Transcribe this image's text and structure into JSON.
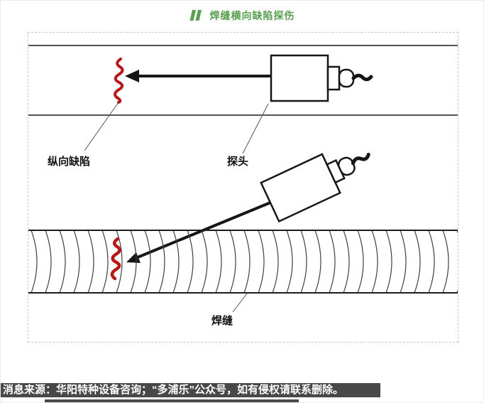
{
  "header": {
    "title": "焊缝横向缺陷探伤"
  },
  "colors": {
    "accent_green": "#55a14b",
    "defect_red": "#c01414",
    "line_dark": "#1c1c1c",
    "footer_bar": "#484848"
  },
  "diagram": {
    "labels": {
      "longitudinal_defect": "纵向缺陷",
      "probe": "探头",
      "weld": "焊缝"
    }
  },
  "footer": {
    "source_text": "消息来源：华阳特种设备咨询；“多浦乐”公众号，如有侵权请联系删除。"
  }
}
